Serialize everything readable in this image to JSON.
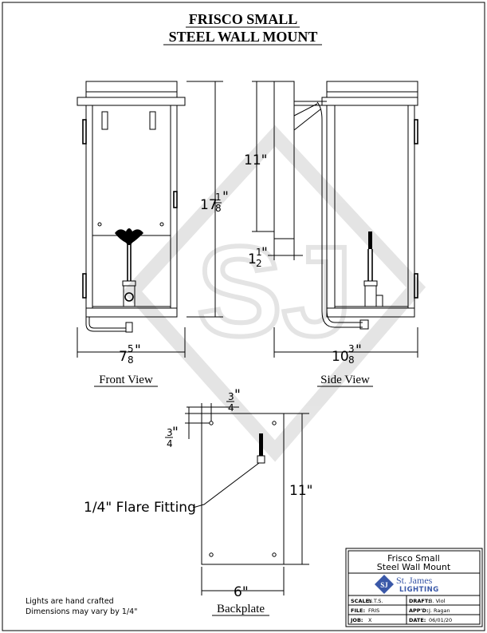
{
  "title": {
    "line1": "FRISCO SMALL",
    "line2": "STEEL WALL MOUNT"
  },
  "views": {
    "front": {
      "label": "Front View",
      "width_whole": "7",
      "width_num": "5",
      "width_den": "8",
      "height_whole": "17",
      "height_num": "1",
      "height_den": "8",
      "inch": "\""
    },
    "side": {
      "label": "Side View",
      "depth_whole": "10",
      "depth_num": "3",
      "depth_den": "8",
      "backplate_height": "11\"",
      "offset_whole": "1",
      "offset_num": "1",
      "offset_den": "2",
      "inch": "\""
    },
    "backplate": {
      "label": "Backplate",
      "width": "6\"",
      "height": "11\"",
      "inset_top_num": "3",
      "inset_top_den": "4",
      "inset_side_num": "3",
      "inset_side_den": "4",
      "inch": "\"",
      "callout": "1/4\" Flare Fitting"
    }
  },
  "notes": {
    "line1": "Lights are hand crafted",
    "line2": "Dimensions may vary by 1/4\""
  },
  "title_block": {
    "name1": "Frisco Small",
    "name2": "Steel Wall Mount",
    "company1": "St. James",
    "company2": "LIGHTING",
    "logo_letters": "SJ",
    "watermark": "SJ",
    "scale_label": "SCALE:",
    "scale_value": "N.T.S.",
    "draft_label": "DRAFT:",
    "draft_value": "B. Viol",
    "file_label": "FILE:",
    "file_value": "FRIS",
    "app_label": "APP'D:",
    "app_value": "J. Ragan",
    "job_label": "JOB:",
    "job_value": "X",
    "date_label": "DATE:",
    "date_value": "06/01/20"
  },
  "colors": {
    "watermark": "#cfcfcf",
    "logo": "#3a58a8",
    "line": "#000000"
  }
}
